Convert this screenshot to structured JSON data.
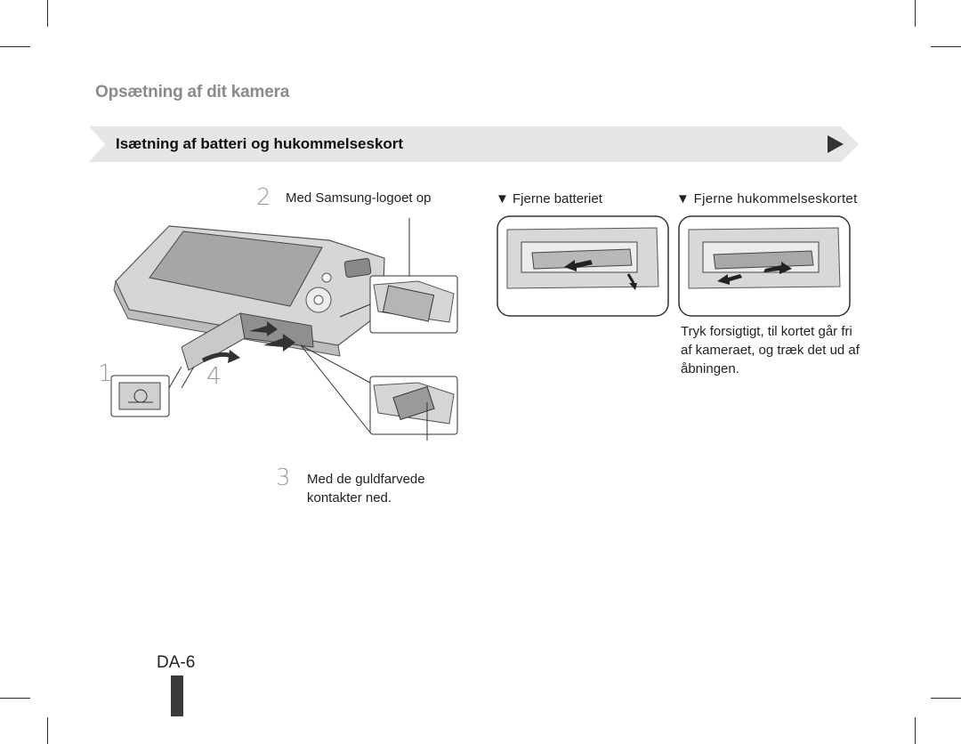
{
  "page": {
    "section_title": "Opsætning af dit kamera",
    "band_title": "Isætning af batteri og hukommelseskort",
    "page_number": "DA-6"
  },
  "steps": [
    {
      "number": "1",
      "text": ""
    },
    {
      "number": "2",
      "text": "Med Samsung-logoet op"
    },
    {
      "number": "3",
      "text": "Med de guldfarvede kontakter ned."
    },
    {
      "number": "4",
      "text": ""
    }
  ],
  "removal": {
    "battery_title": "▼ Fjerne batteriet",
    "card_title": "▼ Fjerne hukommelseskortet",
    "card_note": "Tryk forsigtigt, til kortet går fri af kameraet, og træk det ud af åbningen."
  },
  "colors": {
    "band": "#e6e6e6",
    "section_title": "#8a8a8a",
    "step_number": "#9a9a9a",
    "arrow": "#333333"
  }
}
